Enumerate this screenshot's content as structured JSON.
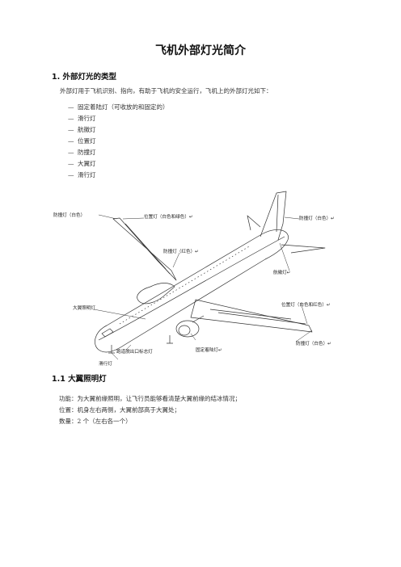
{
  "doc": {
    "title": "飞机外部灯光简介",
    "section1_heading": "1. 外部灯光的类型",
    "intro": "外部灯用于飞机识别、指向，有助于飞机的安全运行，飞机上的外部灯光如下：",
    "list_dash": "—",
    "list_items": [
      "固定着陆灯（可收放的和固定的）",
      "滑行灯",
      "航徽灯",
      "位置灯",
      "防撞灯",
      "大翼灯",
      "滑行灯"
    ],
    "figure_labels": {
      "left_anticollision": "防撞灯（白色）",
      "left_position": "位置灯（白色和绿色）↵",
      "tail_anticollision": "防撞灯（白色）↵",
      "top_anticollision": "防撞灯（红色）↵",
      "logo_light": "航徽灯↵",
      "wing_light": "大翼照明灯",
      "right_position": "位置灯（白色和红色）↵",
      "right_anticollision": "防撞灯（白色）↵",
      "runway_turnoff": "跑道脱出口标志灯",
      "landing_light": "固定着陆灯↵",
      "taxi_light": "滑行灯"
    },
    "section2_heading": "1.1 大翼照明灯",
    "section2_lines": [
      "功能：为大翼前缘照明，让飞行员能够看清楚大翼前缘的结冰情况；",
      "位置：机身左右两侧，大翼前部高于大翼处；",
      "数量：2 个（左右各一个）"
    ]
  }
}
